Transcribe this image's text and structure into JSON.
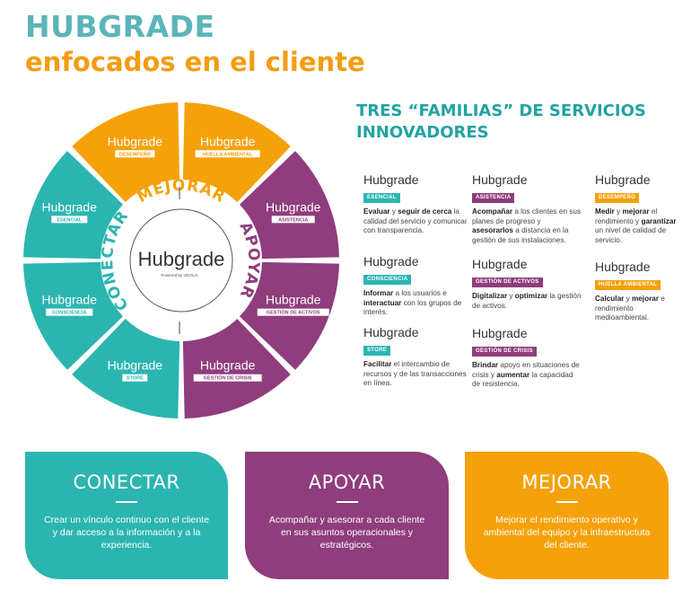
{
  "header": {
    "title": "HUBGRADE",
    "subtitle": "enfocados en el cliente"
  },
  "colors": {
    "teal": "#2bb5b0",
    "purple": "#8f3d7c",
    "orange": "#f5a10a",
    "title_teal": "#5bb5b8",
    "families_teal": "#21a3a3"
  },
  "wheel": {
    "brand": "Hubgrade",
    "center_brand": "Hubgrade",
    "center_powered": "Powered by VEOLIA",
    "segments": [
      {
        "tag": "HUELLA AMBIENTAL",
        "family": "orange"
      },
      {
        "tag": "ASISTENCIA",
        "family": "purple"
      },
      {
        "tag": "GESTIÓN DE ACTIVOS",
        "family": "purple"
      },
      {
        "tag": "GESTIÓN DE CRISIS",
        "family": "purple"
      },
      {
        "tag": "STORE",
        "family": "teal"
      },
      {
        "tag": "CONSCIENCIA",
        "family": "teal"
      },
      {
        "tag": "ESENCIAL",
        "family": "teal"
      },
      {
        "tag": "DESEMPEÑO",
        "family": "orange"
      }
    ],
    "ring_labels": {
      "mejorar": "MEJORAR",
      "apoyar": "APOYAR",
      "conectar": "CONECTAR"
    }
  },
  "families": {
    "title": "TRES “FAMILIAS” DE SERVICIOS INNOVADORES",
    "brand": "Hubgrade",
    "services": [
      {
        "tag": "ESENCIAL",
        "family": "teal",
        "desc_html": "<b>Evaluar</b> y <b>seguir de cerca</b> la calidad del servicio y comunicar con transparencia."
      },
      {
        "tag": "CONSCIENCIA",
        "family": "teal",
        "desc_html": "<b>Informar</b> a los usuarios e <b>interactuar</b> con los grupos de interés."
      },
      {
        "tag": "STORE",
        "family": "teal",
        "desc_html": "<b>Facilitar</b> el intercambio de recursos y de las transacciones en línea."
      },
      {
        "tag": "ASISTENCIA",
        "family": "purple",
        "desc_html": "<b>Acompañar</b> a los clientes en sus planes de progreso y <b>asesorarlos</b> a distancia en la gestión de sus instalaciones."
      },
      {
        "tag": "GESTIÓN DE ACTIVOS",
        "family": "purple",
        "desc_html": "<b>Digitalizar</b> y <b>optimizar</b> la gestión de activos."
      },
      {
        "tag": "GESTIÓN DE CRISIS",
        "family": "purple",
        "desc_html": "<b>Brindar</b> apoyo en situaciones de crisis y <b>aumentar</b> la capacidad de resistencia."
      },
      {
        "tag": "DESEMPEÑO",
        "family": "orange",
        "desc_html": "<b>Medir</b> y <b>mejorar</b> el rendimiento y <b>garantizar</b> un nivel de calidad de servicio."
      },
      {
        "tag": "HUELLA AMBIENTAL",
        "family": "orange",
        "desc_html": "<b>Calcular</b> y <b>mejorar</b> e rendimiento medioambiental."
      }
    ]
  },
  "cards": [
    {
      "title": "CONECTAR",
      "text": "Crear un vínculo continuo con el cliente y dar acceso a la información y a la experiencia."
    },
    {
      "title": "APOYAR",
      "text": "Acompañar y asesorar a cada cliente en sus asuntos operacionales y estratégicos."
    },
    {
      "title": "MEJORAR",
      "text": "Mejorar el rendimiento operativo y ambiental del equipo y la infraestructuta del cliente."
    }
  ]
}
